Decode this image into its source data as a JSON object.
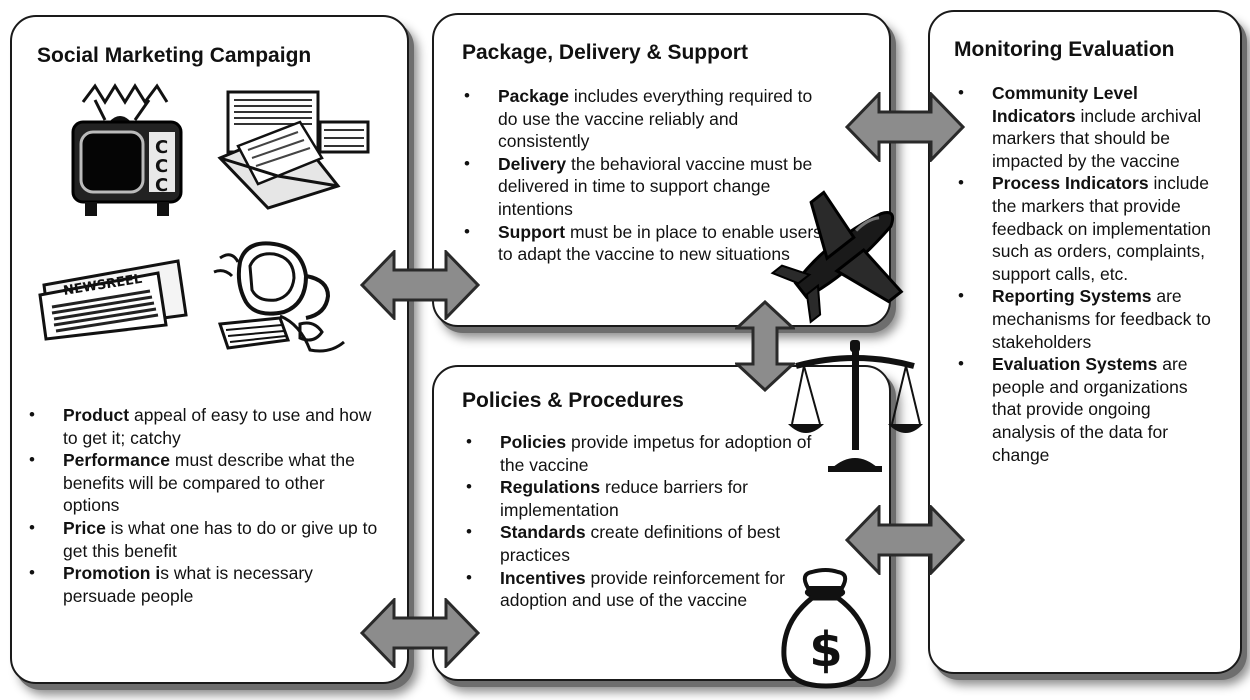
{
  "panels": {
    "social_marketing": {
      "title": "Social Marketing Campaign",
      "items": [
        {
          "bold": "Product",
          "text": " appeal of easy to use and how to get it; catchy"
        },
        {
          "bold": "Performance",
          "text": " must describe what the benefits will be compared to other options"
        },
        {
          "bold": "Price",
          "text": " is what one has to do or give up to get this benefit"
        },
        {
          "bold": "Promotion i",
          "text": "s what is necessary persuade people"
        }
      ]
    },
    "package_delivery": {
      "title": "Package, Delivery & Support",
      "items": [
        {
          "bold": "Package",
          "text": " includes everything required to do use the vaccine reliably and consistently"
        },
        {
          "bold": "Delivery",
          "text": " the behavioral vaccine must be delivered in time to support change intentions"
        },
        {
          "bold": "Support",
          "text": " must be in place to enable users to adapt the vaccine to new situations"
        }
      ]
    },
    "policies": {
      "title": "Policies & Procedures",
      "items": [
        {
          "bold": "Policies",
          "text": " provide impetus for adoption of the vaccine"
        },
        {
          "bold": "Regulations",
          "text": " reduce barriers for implementation"
        },
        {
          "bold": "Standards",
          "text": " create definitions of best practices"
        },
        {
          "bold": "Incentives",
          "text": " provide reinforcement for adoption and use of the vaccine"
        }
      ]
    },
    "monitoring": {
      "title": "Monitoring Evaluation",
      "items": [
        {
          "bold": "Community Level Indicators",
          "text": " include archival markers that should be impacted by the vaccine"
        },
        {
          "bold": "Process Indicators",
          "text": " include the markers that provide feedback on implementation such as orders, complaints, support calls, etc."
        },
        {
          "bold": "Reporting Systems",
          "text": " are mechanisms for feedback to stakeholders"
        },
        {
          "bold": "Evaluation Systems",
          "text": " are people and organizations that provide ongoing analysis of the data for change"
        }
      ]
    }
  },
  "illustrations": {
    "newspaper_label": "NEWSREEL",
    "money_symbol": "$"
  },
  "colors": {
    "arrow_fill": "#8c8c8c",
    "arrow_stroke": "#2a2a2a",
    "box_border": "#1a1a1a"
  }
}
